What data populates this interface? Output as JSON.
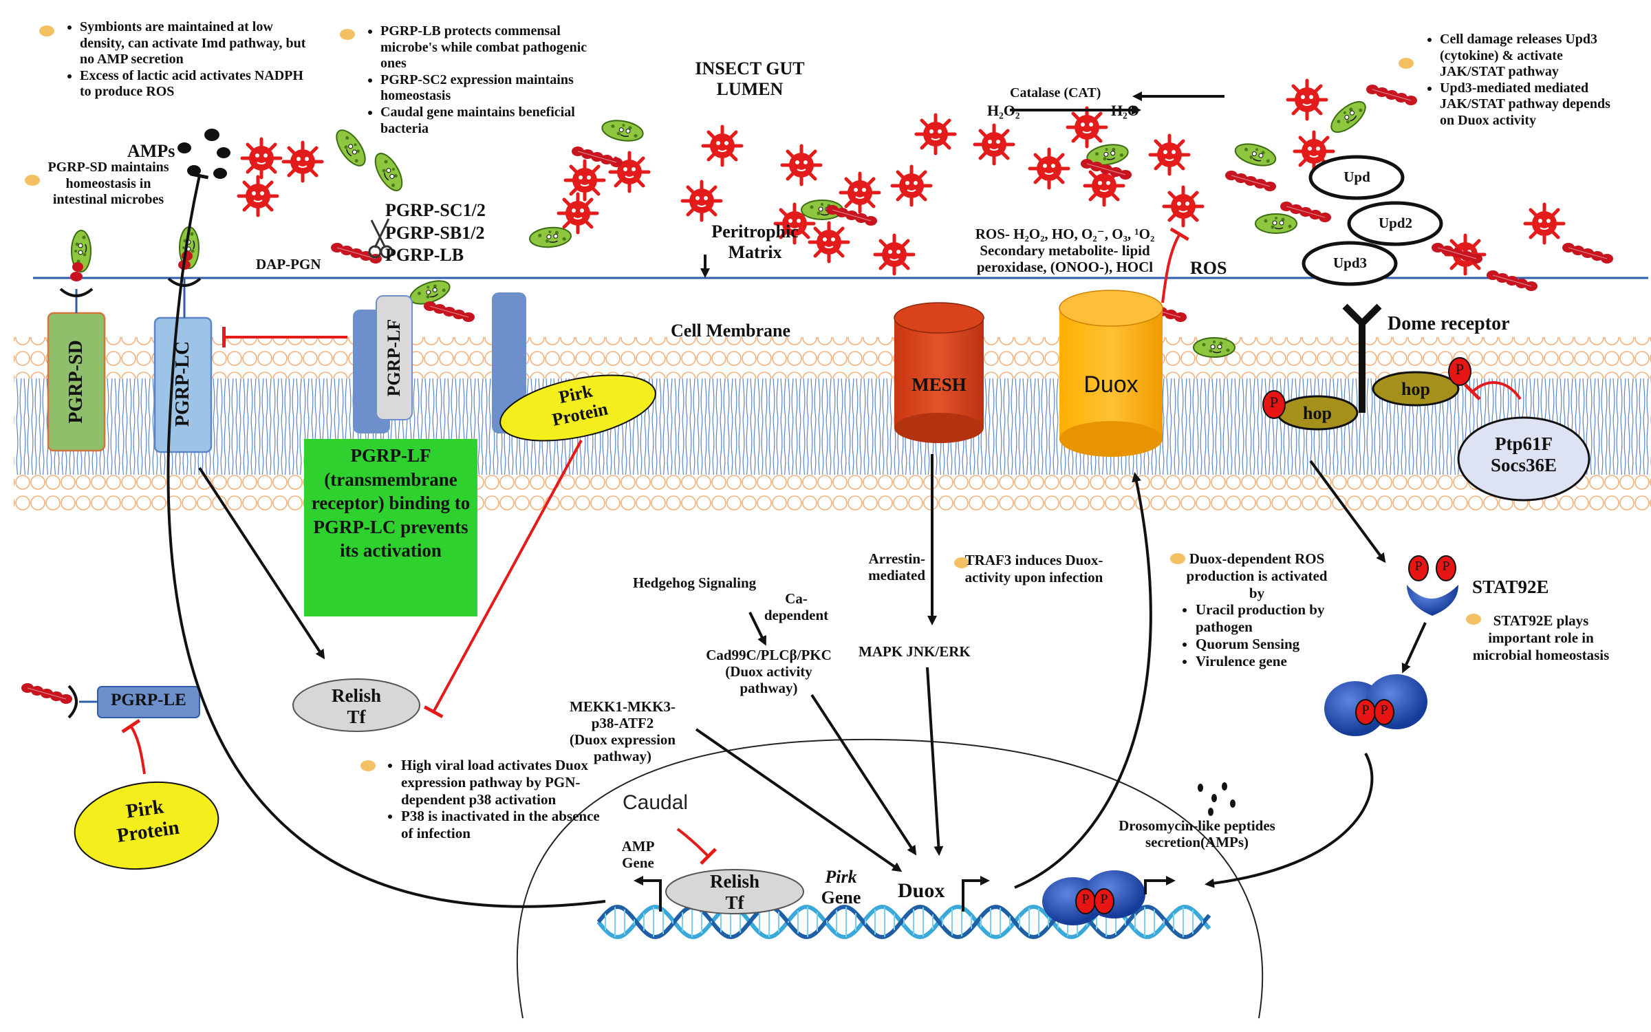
{
  "lumen": {
    "title_line1": "INSECT GUT",
    "title_line2": "LUMEN",
    "catalase": "Catalase (CAT)",
    "h2o2": "H₂O₂",
    "h2o": "H₂O",
    "amps": "AMPs",
    "dap_pgn": "DAP-PGN",
    "pgrp_sc12": "PGRP-SC1/2",
    "pgrp_sb12": "PGRP-SB1/2",
    "pgrp_lb": "PGRP-LB",
    "peritrophic_1": "Peritrophic",
    "peritrophic_2": "Matrix",
    "ros_line1": "ROS- H₂O₂, HO, O₂⁻, O₃, ¹O₂",
    "ros_line2": "Secondary metabolite- lipid",
    "ros_line3": "peroxidase, (ONOO-), HOCl",
    "ros": "ROS",
    "upd": "Upd",
    "upd2": "Upd2",
    "upd3": "Upd3"
  },
  "notes": {
    "symbionts": [
      "Symbionts are maintained at low density, can activate Imd pathway, but no AMP secretion",
      "Excess of lactic acid activates NADPH to produce ROS"
    ],
    "pgrp_lb_notes": [
      "PGRP-LB protects commensal microbe's while combat pathogenic ones",
      "PGRP-SC2 expression maintains homeostasis",
      "Caudal gene maintains beneficial bacteria"
    ],
    "pgrp_sd_note": "PGRP-SD maintains homeostasis in intestinal microbes",
    "cell_damage": [
      "Cell damage releases Upd3 (cytokine) & activate JAK/STAT pathway",
      "Upd3-mediated mediated JAK/STAT pathway depends on Duox activity"
    ],
    "traf3": "TRAF3 induces Duox-activity upon infection",
    "duox_dependent_head": "Duox-dependent ROS production is activated by",
    "duox_dependent_items": [
      "Uracil production by pathogen",
      "Quorum Sensing",
      "Virulence gene"
    ],
    "stat92e_note": "STAT92E plays important role in microbial homeostasis",
    "viral_load": [
      "High viral load activates Duox expression pathway by PGN-dependent p38 activation",
      "P38 is inactivated in the absence of infection"
    ]
  },
  "membrane": {
    "cell_membrane": "Cell Membrane",
    "pgrp_sd": "PGRP-SD",
    "pgrp_lc": "PGRP-LC",
    "pgrp_lf": "PGRP-LF",
    "pgrp_lf_box": "PGRP-LF (transmembrane receptor) binding to PGRP-LC prevents its activation",
    "pirk_1": "Pirk",
    "pirk_2": "Protein",
    "mesh": "MESH",
    "duox": "Duox",
    "dome": "Dome receptor",
    "hop": "hop",
    "p": "P",
    "ptp61f": "Ptp61F",
    "socs36e": "Socs36E"
  },
  "cytoplasm": {
    "relish_1": "Relish",
    "relish_2": "Tf",
    "pgrp_le": "PGRP-LE",
    "pirk_1": "Pirk",
    "pirk_2": "Protein",
    "arrestin_1": "Arrestin-",
    "arrestin_2": "mediated",
    "mapk": "MAPK JNK/ERK",
    "hedgehog": "Hedgehog Signaling",
    "ca_1": "Ca-",
    "ca_2": "dependent",
    "cad99c_1": "Cad99C/PLCβ/PKC",
    "cad99c_2": "(Duox activity",
    "cad99c_3": "pathway)",
    "mekk_1": "MEKK1-MKK3-",
    "mekk_2": "p38-ATF2",
    "mekk_3": "(Duox expression",
    "mekk_4": "pathway)",
    "stat92e": "STAT92E"
  },
  "nucleus": {
    "caudal": "Caudal",
    "amp_gene_1": "AMP",
    "amp_gene_2": "Gene",
    "relish_1": "Relish",
    "relish_2": "Tf",
    "pirk_gene_1": "Pirk",
    "pirk_gene_2": "Gene",
    "duox": "Duox",
    "drosomycin_1": "Drosomycin-like peptides",
    "drosomycin_2": "secretion(AMPs)"
  },
  "colors": {
    "membrane_orange": "#f3b07a",
    "membrane_blue": "#5b86c6",
    "pgrp_sd": "#8fbf6a",
    "pgrp_lc": "#9dc3e6",
    "pgrp_lf": "#6d8fcb",
    "green_box": "#2ed12e",
    "pirk": "#f5ee1d",
    "mesh": "#d9431c",
    "duox": "#ffa600",
    "hop": "#a6901c",
    "phospho": "#e81515",
    "stat_blue": "#1c47a8",
    "inhibit_red": "#e41b1b",
    "dna_blue": "#3aa8d8"
  }
}
